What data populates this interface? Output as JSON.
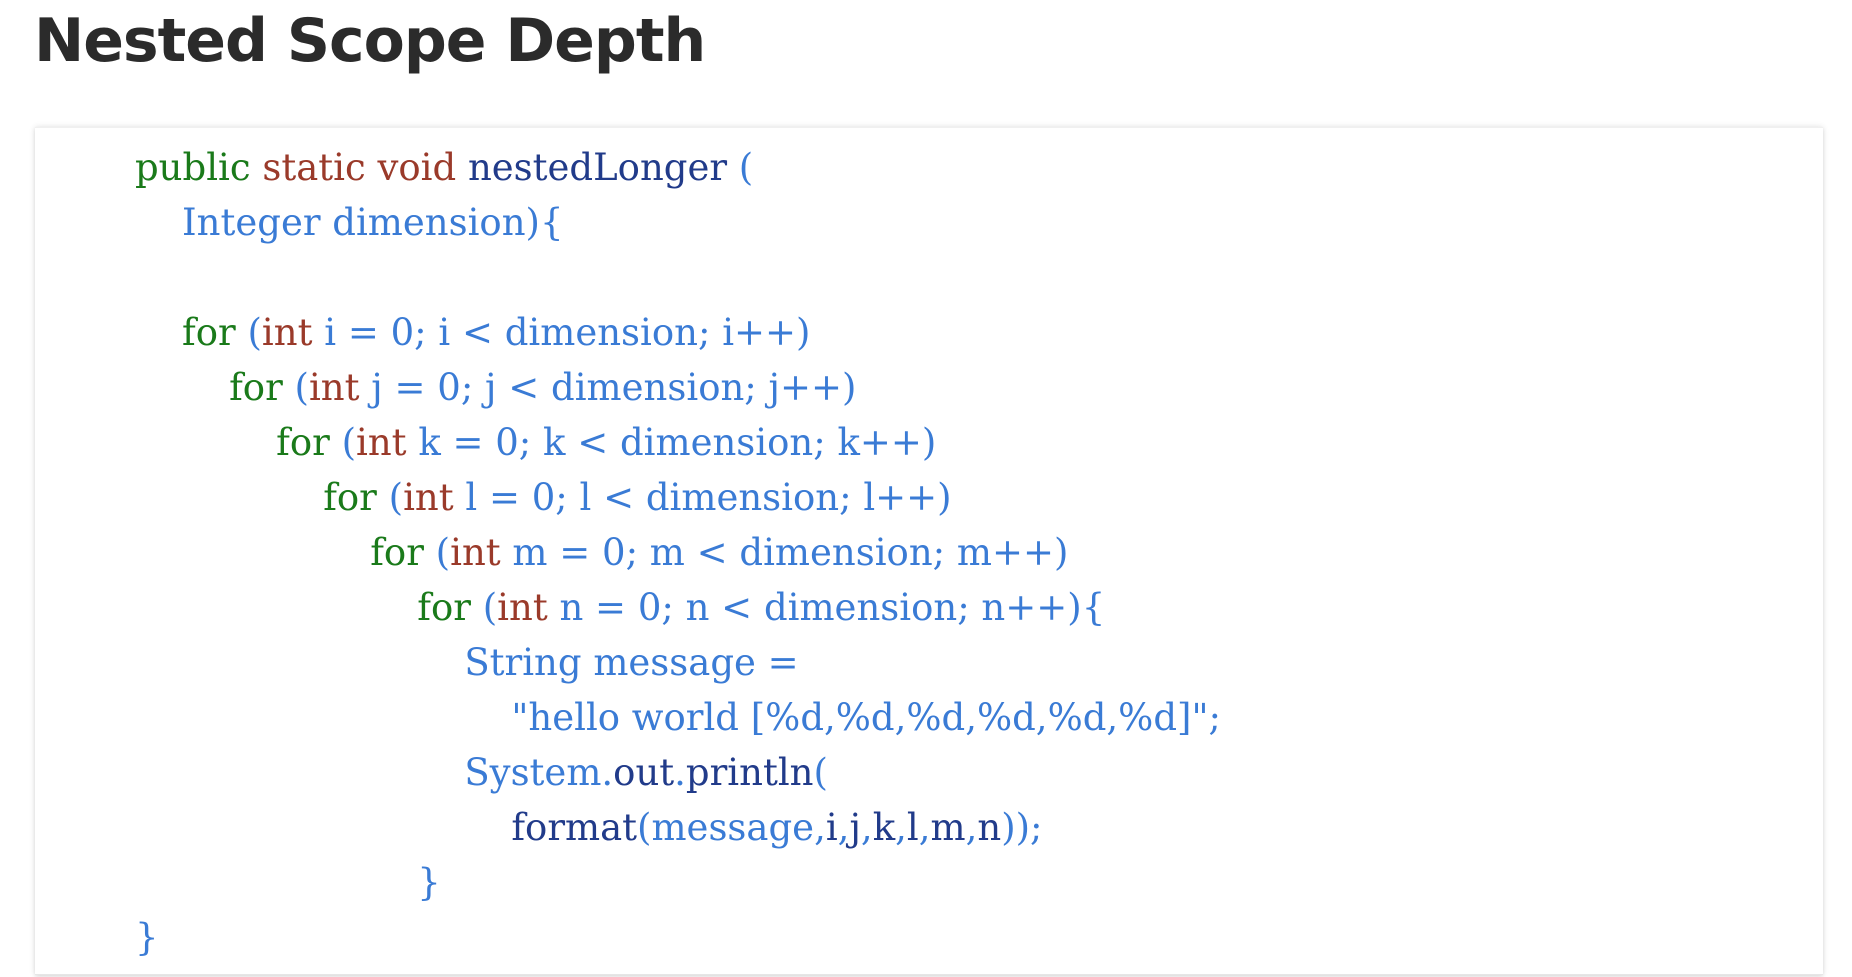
{
  "page": {
    "title": "Nested Scope Depth"
  },
  "colors": {
    "keyword_control": "#1a7a1a",
    "keyword_type": "#9a3a2a",
    "identifier": "#213b8a",
    "default": "#3a7bd5"
  },
  "code": {
    "language": "java",
    "lines": [
      [
        {
          "t": "public",
          "c": "tok-kw-green"
        },
        {
          "t": " "
        },
        {
          "t": "static",
          "c": "tok-kw-red"
        },
        {
          "t": " "
        },
        {
          "t": "void",
          "c": "tok-kw-red"
        },
        {
          "t": " "
        },
        {
          "t": "nestedLonger",
          "c": "tok-id-dark"
        },
        {
          "t": " ("
        }
      ],
      [
        {
          "t": "    Integer dimension){"
        }
      ],
      [
        {
          "t": ""
        }
      ],
      [
        {
          "t": "    "
        },
        {
          "t": "for",
          "c": "tok-kw-green"
        },
        {
          "t": " ("
        },
        {
          "t": "int",
          "c": "tok-kw-red"
        },
        {
          "t": " i = 0; i < dimension; i++)"
        }
      ],
      [
        {
          "t": "        "
        },
        {
          "t": "for",
          "c": "tok-kw-green"
        },
        {
          "t": " ("
        },
        {
          "t": "int",
          "c": "tok-kw-red"
        },
        {
          "t": " j = 0; j < dimension; j++)"
        }
      ],
      [
        {
          "t": "            "
        },
        {
          "t": "for",
          "c": "tok-kw-green"
        },
        {
          "t": " ("
        },
        {
          "t": "int",
          "c": "tok-kw-red"
        },
        {
          "t": " k = 0; k < dimension; k++)"
        }
      ],
      [
        {
          "t": "                "
        },
        {
          "t": "for",
          "c": "tok-kw-green"
        },
        {
          "t": " ("
        },
        {
          "t": "int",
          "c": "tok-kw-red"
        },
        {
          "t": " l = 0; l < dimension; l++)"
        }
      ],
      [
        {
          "t": "                    "
        },
        {
          "t": "for",
          "c": "tok-kw-green"
        },
        {
          "t": " ("
        },
        {
          "t": "int",
          "c": "tok-kw-red"
        },
        {
          "t": " m = 0; m < dimension; m++)"
        }
      ],
      [
        {
          "t": "                        "
        },
        {
          "t": "for",
          "c": "tok-kw-green"
        },
        {
          "t": " ("
        },
        {
          "t": "int",
          "c": "tok-kw-red"
        },
        {
          "t": " n = 0; n < dimension; n++){"
        }
      ],
      [
        {
          "t": "                            String message ="
        }
      ],
      [
        {
          "t": "                                \"hello world [%d,%d,%d,%d,%d,%d]\";"
        }
      ],
      [
        {
          "t": "                            System."
        },
        {
          "t": "out",
          "c": "tok-id-dark"
        },
        {
          "t": "."
        },
        {
          "t": "println",
          "c": "tok-id-dark"
        },
        {
          "t": "("
        }
      ],
      [
        {
          "t": "                                "
        },
        {
          "t": "format",
          "c": "tok-id-dark"
        },
        {
          "t": "(message,"
        },
        {
          "t": "i",
          "c": "tok-id-dark"
        },
        {
          "t": ","
        },
        {
          "t": "j",
          "c": "tok-id-dark"
        },
        {
          "t": ","
        },
        {
          "t": "k",
          "c": "tok-id-dark"
        },
        {
          "t": ","
        },
        {
          "t": "l",
          "c": "tok-id-dark"
        },
        {
          "t": ","
        },
        {
          "t": "m",
          "c": "tok-id-dark"
        },
        {
          "t": ","
        },
        {
          "t": "n",
          "c": "tok-id-dark"
        },
        {
          "t": "));"
        }
      ],
      [
        {
          "t": "                        }"
        }
      ],
      [
        {
          "t": "}"
        }
      ]
    ]
  }
}
